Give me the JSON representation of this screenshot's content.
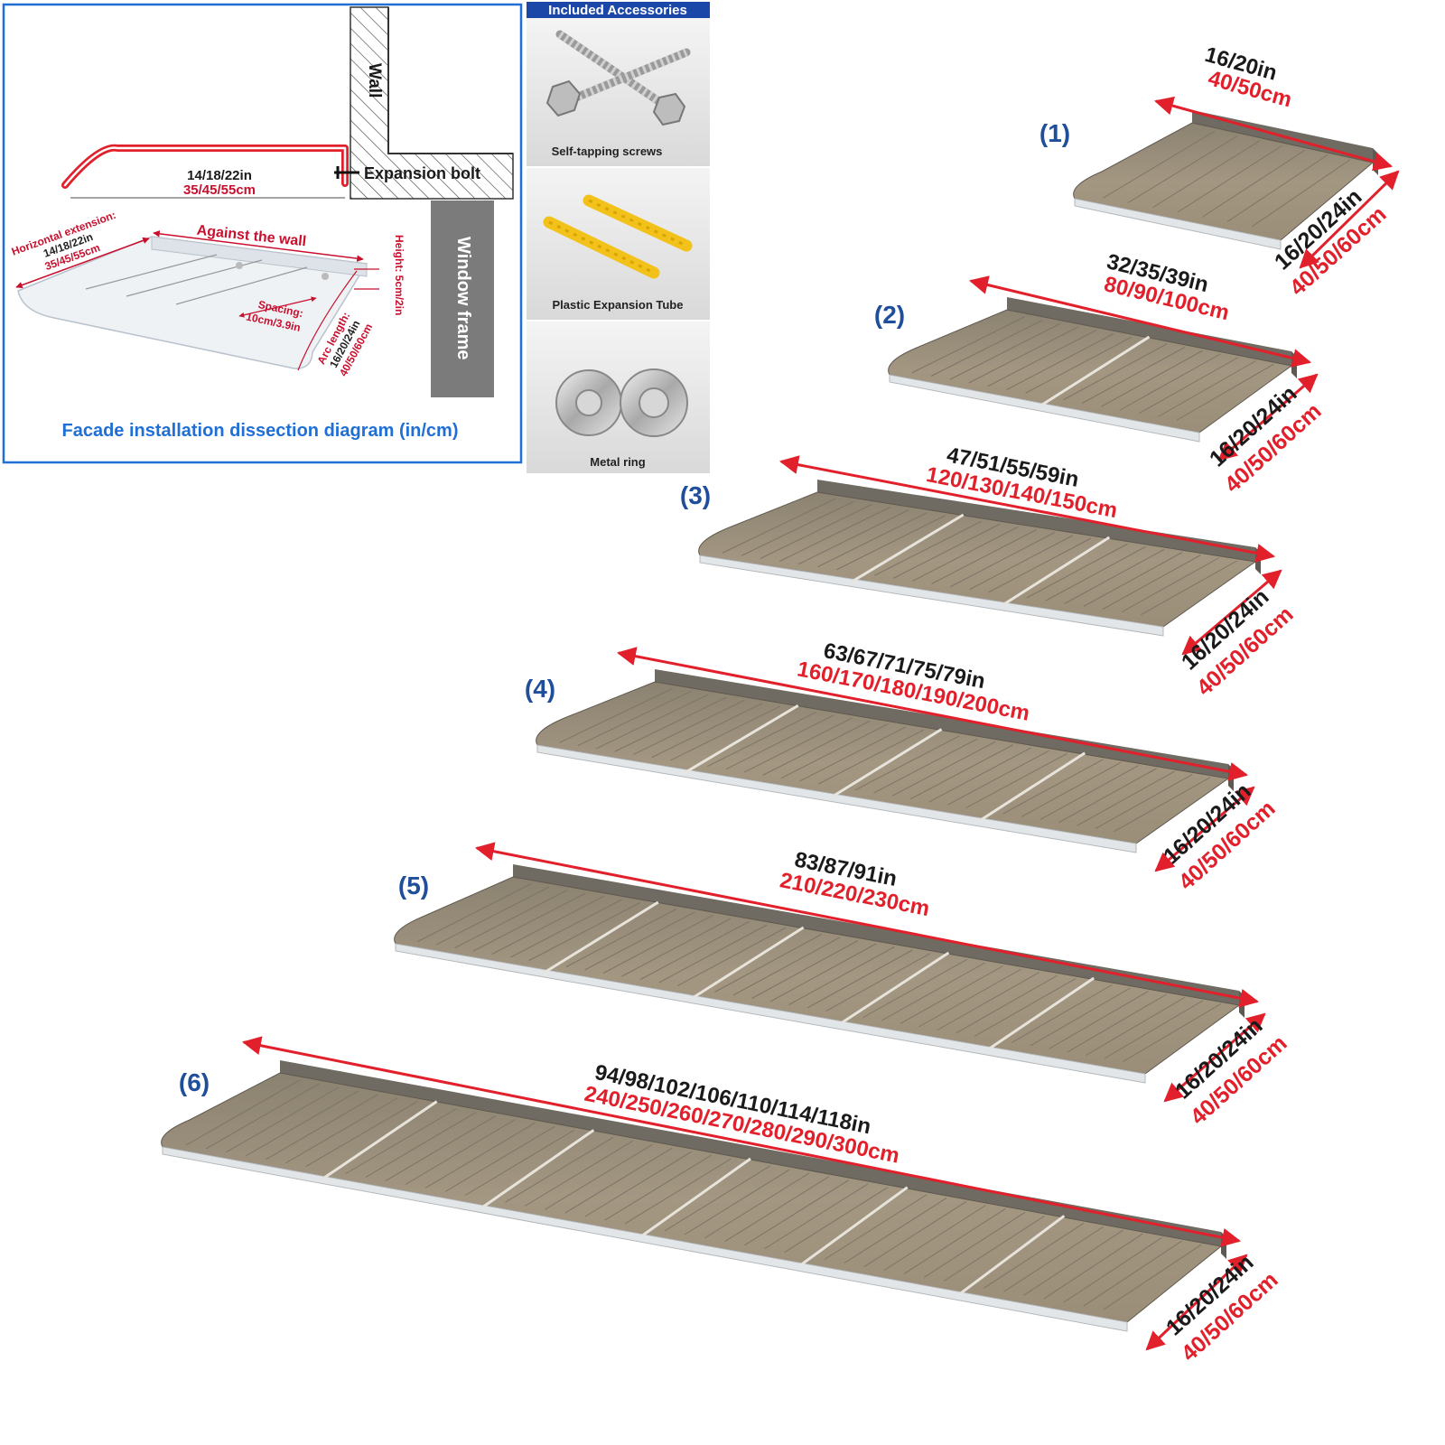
{
  "diagram": {
    "title": "Facade installation dissection diagram (in/cm)",
    "wall_label": "Wall",
    "window_frame_label": "Window frame",
    "expansion_bolt_label": "Expansion bolt",
    "top_depth_in": "14/18/22in",
    "top_depth_cm": "35/45/55cm",
    "horizontal_extension_title": "Horizontal extension:",
    "horizontal_extension_in": "14/18/22in",
    "horizontal_extension_cm": "35/45/55cm",
    "against_wall_label": "Against the wall",
    "height_label": "Height: 5cm/2in",
    "spacing_title": "Spacing:",
    "spacing_value": "10cm/3.9in",
    "arc_length_title": "Arc length:",
    "arc_length_in": "16/20/24in",
    "arc_length_cm": "40/50/60cm"
  },
  "accessories": {
    "header": "Included Accessories",
    "items": [
      {
        "label": "Self-tapping screws",
        "icon": "screws-icon"
      },
      {
        "label": "Plastic Expansion Tube",
        "icon": "expansion-tube-icon"
      },
      {
        "label": "Metal ring",
        "icon": "metal-ring-icon"
      }
    ]
  },
  "colors": {
    "accent_blue": "#1f6fd6",
    "label_blue": "#1f4e9b",
    "dimension_red": "#e2202b",
    "panel_brown": "#9e8f77",
    "panel_dark": "#7d7466"
  },
  "canopies": [
    {
      "index": "(1)",
      "width_in": "16/20in",
      "width_cm": "40/50cm",
      "depth_in": "16/20/24in",
      "depth_cm": "40/50/60cm",
      "panels": 1
    },
    {
      "index": "(2)",
      "width_in": "32/35/39in",
      "width_cm": "80/90/100cm",
      "depth_in": "16/20/24in",
      "depth_cm": "40/50/60cm",
      "panels": 2
    },
    {
      "index": "(3)",
      "width_in": "47/51/55/59in",
      "width_cm": "120/130/140/150cm",
      "depth_in": "16/20/24in",
      "depth_cm": "40/50/60cm",
      "panels": 3
    },
    {
      "index": "(4)",
      "width_in": "63/67/71/75/79in",
      "width_cm": "160/170/180/190/200cm",
      "depth_in": "16/20/24in",
      "depth_cm": "40/50/60cm",
      "panels": 4
    },
    {
      "index": "(5)",
      "width_in": "83/87/91in",
      "width_cm": "210/220/230cm",
      "depth_in": "16/20/24in",
      "depth_cm": "40/50/60cm",
      "panels": 5
    },
    {
      "index": "(6)",
      "width_in": "94/98/102/106/110/114/118in",
      "width_cm": "240/250/260/270/280/290/300cm",
      "depth_in": "16/20/24in",
      "depth_cm": "40/50/60cm",
      "panels": 6
    }
  ]
}
